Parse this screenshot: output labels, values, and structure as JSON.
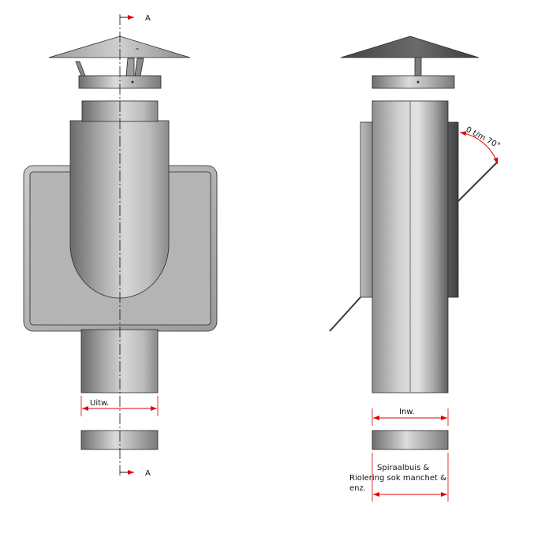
{
  "section_marker": "A",
  "labels": {
    "outlet": "Uitw.",
    "inlet": "Inw.",
    "angle": "0 t/m 70°",
    "note_line1": "Spiraalbuis &",
    "note_line2": "Riolering sok manchet &",
    "note_line3": "enz."
  },
  "colors": {
    "dimension": "#e00000",
    "outline": "#2a2a2a",
    "metal_light": "#d4d4d4",
    "metal_dark": "#6e6e6e"
  }
}
